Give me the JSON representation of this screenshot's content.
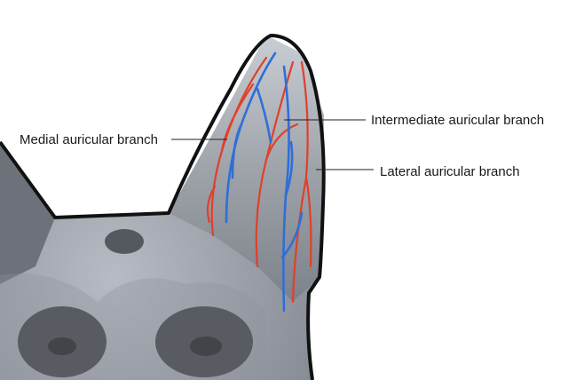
{
  "labels": {
    "medial": "Medial auricular branch",
    "intermediate": "Intermediate auricular branch",
    "lateral": "Lateral auricular branch"
  },
  "colors": {
    "artery": "#e0402a",
    "vein": "#2f6fd8",
    "outline": "#111111",
    "fur": "#9a9ea6"
  }
}
